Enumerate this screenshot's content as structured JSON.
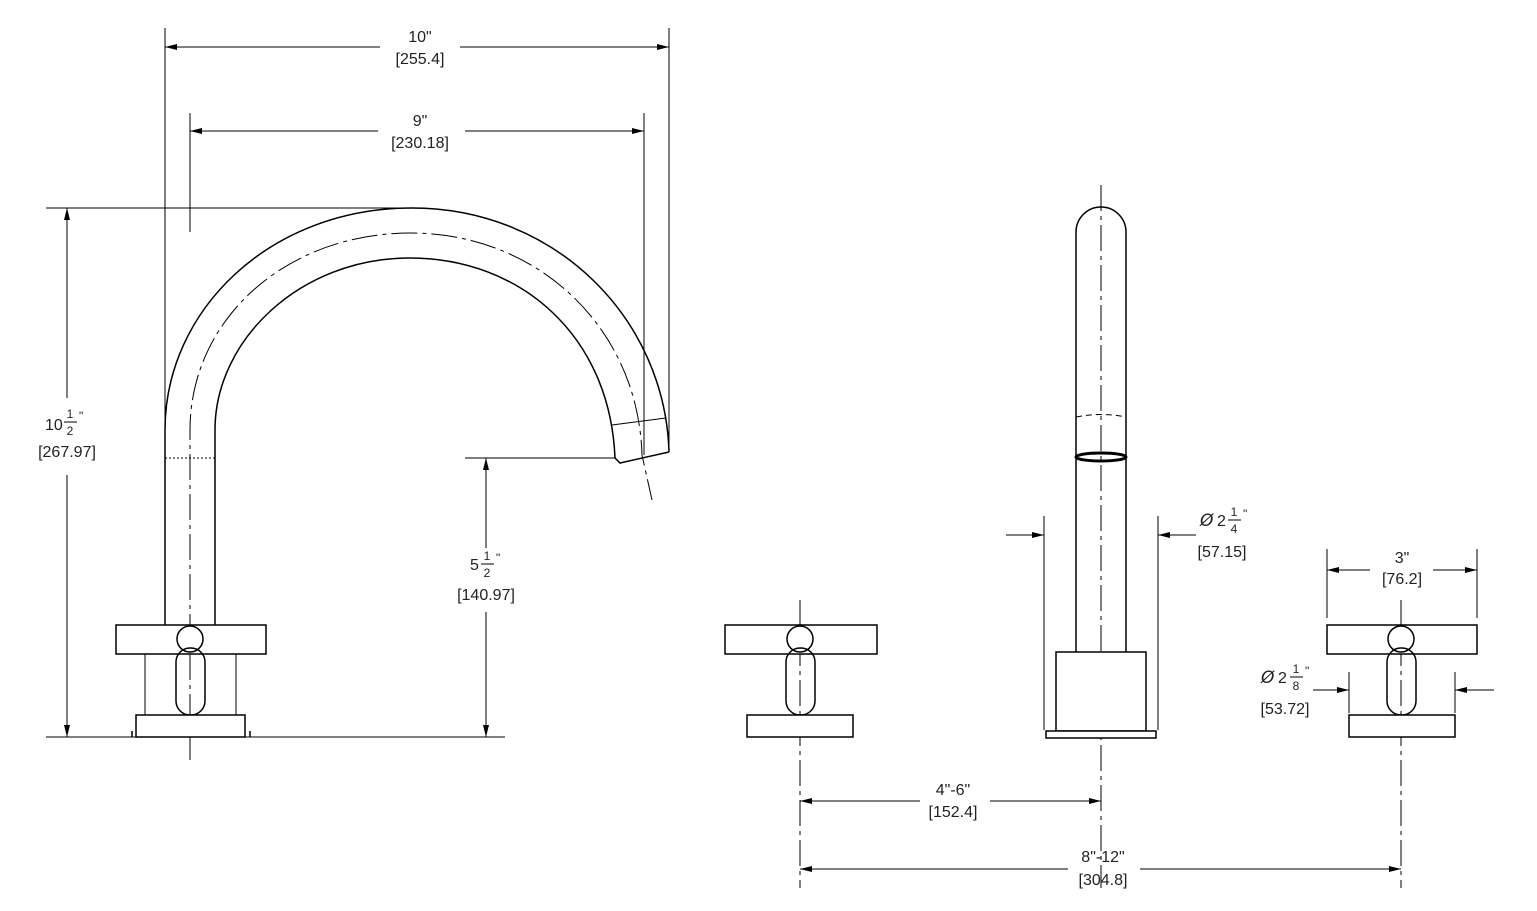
{
  "dimensions": {
    "overall_width": {
      "imperial": "10\"",
      "metric": "[255.4]"
    },
    "spout_reach": {
      "imperial": "9\"",
      "metric": "[230.18]"
    },
    "overall_height": {
      "whole": "10",
      "num": "1",
      "den": "2",
      "metric": "[267.97]"
    },
    "spout_height": {
      "whole": "5",
      "num": "1",
      "den": "2",
      "metric": "[140.97]"
    },
    "spout_base_diameter": {
      "symbol": "Ø",
      "whole": "2",
      "num": "1",
      "den": "4",
      "metric": "[57.15]"
    },
    "handle_width": {
      "imperial": "3\"",
      "metric": "[76.2]"
    },
    "handle_base_diameter": {
      "symbol": "Ø",
      "whole": "2",
      "num": "1",
      "den": "8",
      "metric": "[53.72]"
    },
    "spread_min": {
      "imperial": "4\"-6\"",
      "metric": "[152.4]"
    },
    "spread_max": {
      "imperial": "8\"-12\"",
      "metric": "[304.8]"
    }
  }
}
